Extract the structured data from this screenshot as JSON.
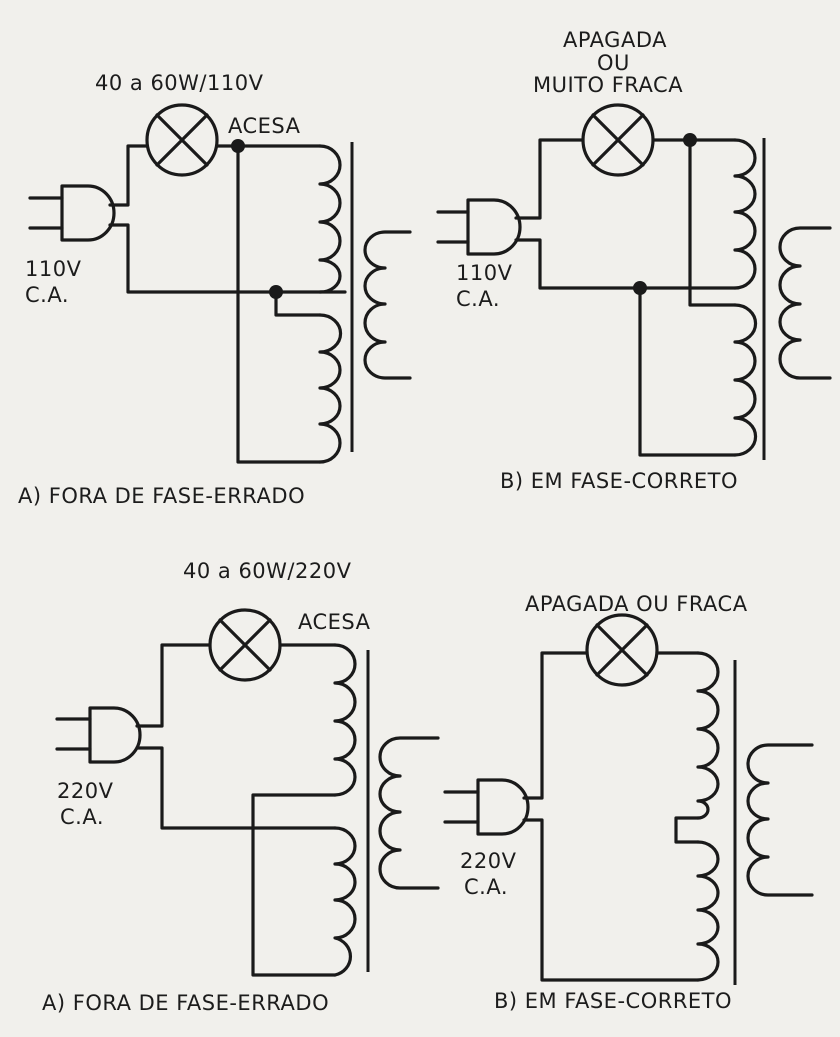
{
  "circuit_110_wrong": {
    "lamp_rating": "40 a 60W/110V",
    "lamp_state": "ACESA",
    "supply_voltage": "110V",
    "supply_type": "C.A.",
    "caption": "A) FORA DE FASE-ERRADO"
  },
  "circuit_110_right": {
    "lamp_state_line1": "APAGADA",
    "lamp_state_line2": "OU",
    "lamp_state_line3": "MUITO FRACA",
    "supply_voltage": "110V",
    "supply_type": "C.A.",
    "caption": "B) EM FASE-CORRETO"
  },
  "circuit_220_wrong": {
    "lamp_rating": "40 a 60W/220V",
    "lamp_state": "ACESA",
    "supply_voltage": "220V",
    "supply_type": "C.A.",
    "caption": "A) FORA DE FASE-ERRADO"
  },
  "circuit_220_right": {
    "lamp_state": "APAGADA OU FRACA",
    "supply_voltage": "220V",
    "supply_type": "C.A.",
    "caption": "B) EM FASE-CORRETO"
  }
}
